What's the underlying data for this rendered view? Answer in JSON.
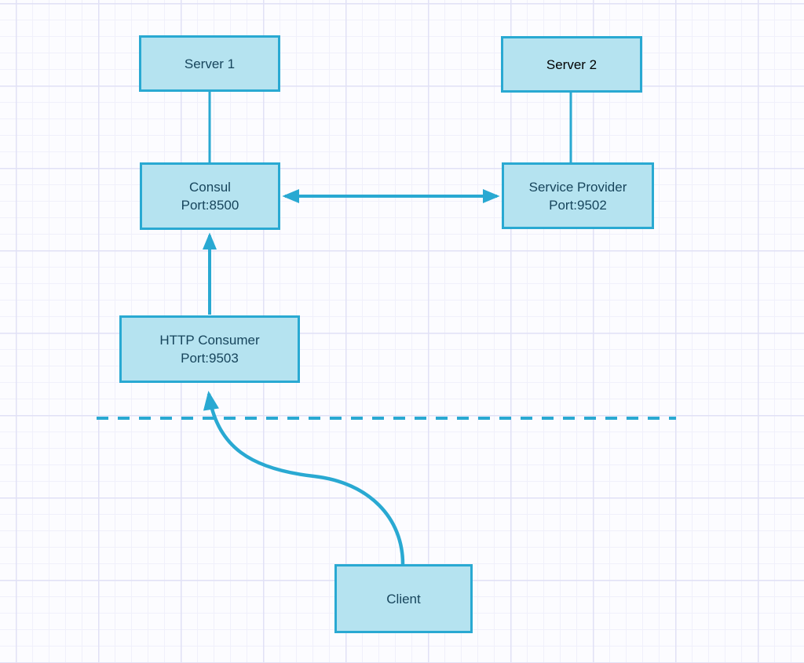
{
  "diagram": {
    "nodes": {
      "server1": {
        "label": "Server 1"
      },
      "server2": {
        "label": "Server 2"
      },
      "consul": {
        "name": "Consul",
        "port": "Port:8500"
      },
      "service_provider": {
        "name": "Service Provider",
        "port": "Port:9502"
      },
      "http_consumer": {
        "name": "HTTP Consumer",
        "port": "Port:9503"
      },
      "client": {
        "label": "Client"
      }
    },
    "edges": {
      "server1_to_consul": "plain line",
      "server2_to_service_provider": "plain line",
      "consul_to_service_provider": "double-headed arrow",
      "http_consumer_to_consul": "arrow up",
      "client_to_http_consumer": "curved arrow up",
      "network_boundary": "horizontal dashed line"
    },
    "colors": {
      "node_fill": "#b5e3f0",
      "node_border": "#29a9d2",
      "edge": "#29a9d2",
      "node_text": "#17455c",
      "server2_text": "#000000",
      "grid_minor": "#f0f0fb",
      "grid_major": "#e1e1f6",
      "background": "#fcfcff"
    }
  }
}
